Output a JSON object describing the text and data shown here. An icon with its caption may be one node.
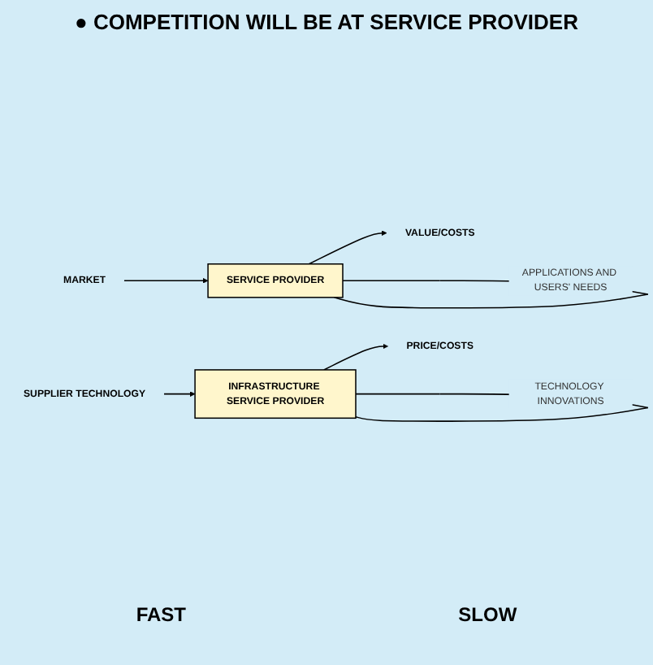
{
  "diagram": {
    "title": "● COMPETITION WILL BE AT SERVICE PROVIDER",
    "nodes": [
      {
        "text": [
          "MARKET"
        ]
      },
      {
        "text": [
          "SERVICE PROVIDER"
        ]
      },
      {
        "text": [
          "VALUE/COSTS"
        ]
      },
      {
        "text": [
          "SUPPLIER TECHNOLOGY"
        ]
      },
      {
        "text": [
          "INFRASTRUCTURE SERVICE PROVIDER"
        ]
      },
      {
        "text": [
          "PRICE/COSTS"
        ]
      }
    ],
    "edges": [
      {
        "from": 0,
        "to": 1,
        "arrow": "to"
      },
      {
        "from": 1,
        "to": 2,
        "arrow": "to"
      },
      {
        "from": 1,
        "to": 1,
        "arrow": "none",
        "label": "APPLICATIONS AND USERS' NEEDS"
      },
      {
        "from": 3,
        "to": 4,
        "arrow": "to"
      },
      {
        "from": 4,
        "to": 5,
        "arrow": "to"
      },
      {
        "from": 4,
        "to": 4,
        "arrow": "none",
        "label": "TECHNOLOGY INNOVATIONS"
      }
    ],
    "labels": [
      "FAST",
      "SLOW"
    ]
  }
}
